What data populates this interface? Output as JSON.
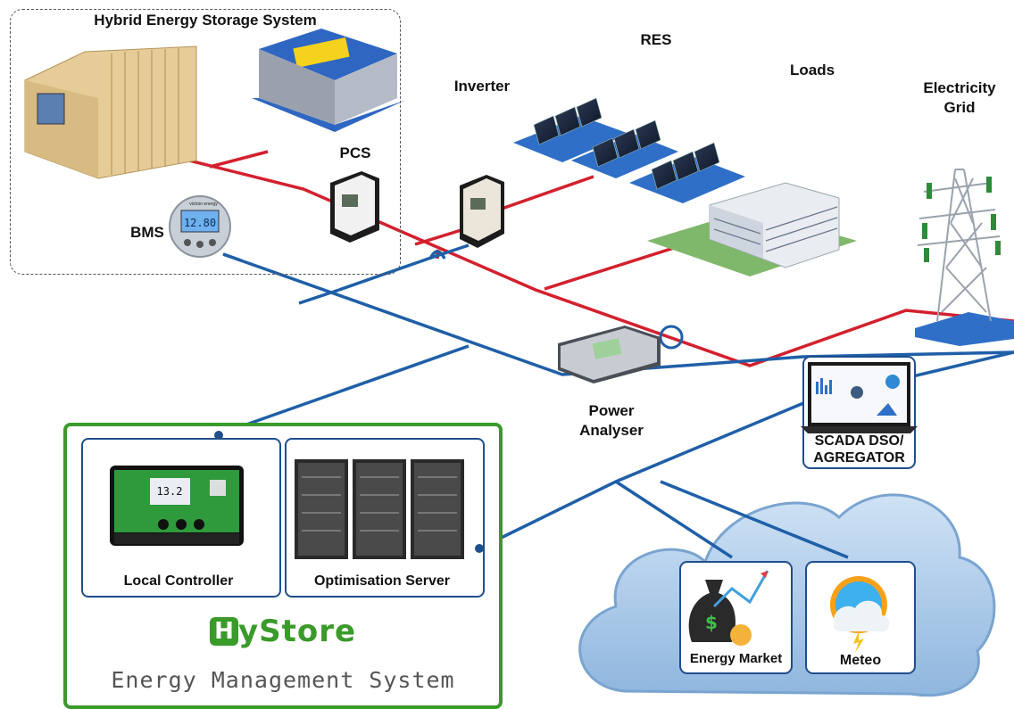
{
  "labels": {
    "hybrid_storage": "Hybrid Energy Storage System",
    "bms": "BMS",
    "pcs": "PCS",
    "inverter": "Inverter",
    "res": "RES",
    "loads": "Loads",
    "grid_line1": "Electricity",
    "grid_line2": "Grid",
    "power_analyser_line1": "Power",
    "power_analyser_line2": "Analyser",
    "scada_line1": "SCADA DSO/",
    "scada_line2": "AGREGATOR",
    "local_controller": "Local Controller",
    "optimisation_server": "Optimisation Server",
    "energy_market": "Energy Market",
    "meteo": "Meteo"
  },
  "devices": {
    "bms_display_value": "12.80",
    "bms_brand": "victron energy",
    "controller_display_value": "13.2"
  },
  "brand": {
    "logo_letter": "H",
    "name": "yStore",
    "subtitle": "Energy Management System"
  },
  "colors": {
    "power_line": "#d3202e",
    "data_line": "#1f5fa8",
    "ems_border": "#3a9a2a",
    "cloud_fill": "#a9c8e8",
    "box_border": "#1f4e8c"
  },
  "icons": [
    "battery-container-icon",
    "battery-pack-icon",
    "bms-meter-icon",
    "pcs-icon",
    "inverter-icon",
    "solar-panels-icon",
    "building-icon",
    "transmission-tower-icon",
    "power-analyser-icon",
    "scada-monitor-icon",
    "cloud-icon",
    "local-controller-icon",
    "server-rack-icon",
    "money-bag-icon",
    "weather-icon"
  ]
}
